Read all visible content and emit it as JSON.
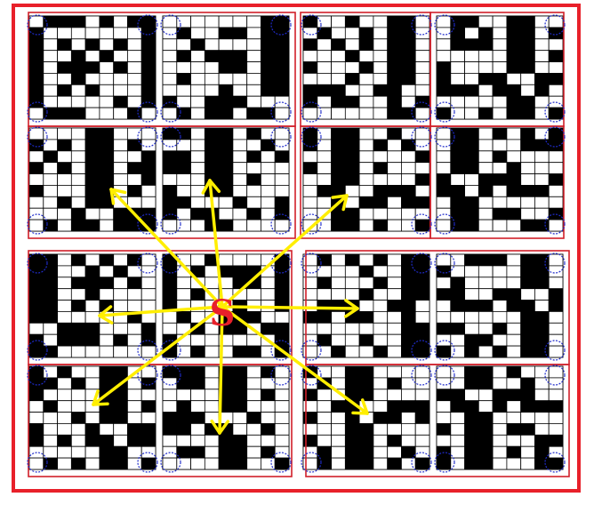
{
  "diagram": {
    "start_label": "S",
    "description_hidden": "",
    "colors": {
      "outer_frame": "#e8202a",
      "region_frame": "#d0202a",
      "grid_line": "#000000",
      "filled_cell": "#000000",
      "empty_cell": "#ffffff",
      "corner_marker": "#1f2bc9",
      "arrow": "#ffee00",
      "start_label": "#e8202a"
    },
    "block_rows": 4,
    "block_cols": 4,
    "cells_per_block": 9,
    "arrow_count": 8,
    "arrow_directions": [
      "up-left",
      "up",
      "up-right",
      "left",
      "right",
      "down-left",
      "down",
      "down-right"
    ],
    "block_patterns": [
      [
        "011101011",
        "100000001",
        "101010101",
        "100101001",
        "101110101",
        "100100001",
        "101010001",
        "100000101",
        "011100010"
      ],
      [
        "001011011",
        "100000001",
        "101001101",
        "100100001",
        "101011101",
        "100001101",
        "101000001",
        "100001001",
        "010011100"
      ],
      [
        "011011001",
        "100000001",
        "101001001",
        "100100101",
        "101010101",
        "100001001",
        "101000101",
        "100001001",
        "001110011"
      ],
      [
        "010111011",
        "100000001",
        "101100101",
        "100011001",
        "101010101",
        "100011101",
        "101000001",
        "100100001",
        "011100110"
      ]
    ]
  }
}
